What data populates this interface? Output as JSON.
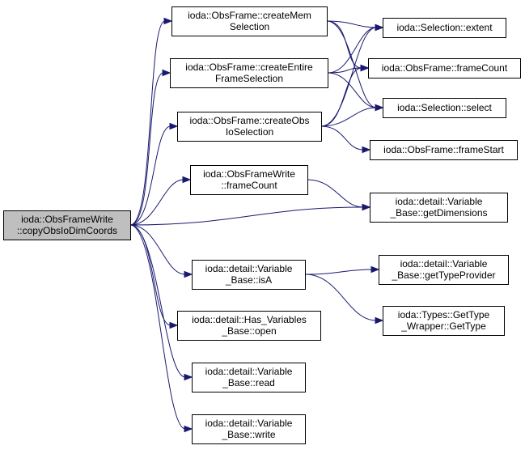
{
  "colors": {
    "edge": "#191970",
    "root_fill": "#bfbfbf",
    "node_fill": "#ffffff",
    "border": "#000000"
  },
  "nodes": [
    {
      "id": "root",
      "lines": [
        "ioda::ObsFrameWrite",
        "::copyObsIoDimCoords"
      ],
      "root": true
    },
    {
      "id": "createMem",
      "lines": [
        "ioda::ObsFrame::createMem",
        "Selection"
      ]
    },
    {
      "id": "createEntire",
      "lines": [
        "ioda::ObsFrame::createEntire",
        "FrameSelection"
      ]
    },
    {
      "id": "createObs",
      "lines": [
        "ioda::ObsFrame::createObs",
        "IoSelection"
      ]
    },
    {
      "id": "extent",
      "lines": [
        "ioda::Selection::extent"
      ]
    },
    {
      "id": "frameCount",
      "lines": [
        "ioda::ObsFrame::frameCount"
      ]
    },
    {
      "id": "select",
      "lines": [
        "ioda::Selection::select"
      ]
    },
    {
      "id": "frameStart",
      "lines": [
        "ioda::ObsFrame::frameStart"
      ]
    },
    {
      "id": "writeFrameCount",
      "lines": [
        "ioda::ObsFrameWrite",
        "::frameCount"
      ]
    },
    {
      "id": "getDimensions",
      "lines": [
        "ioda::detail::Variable",
        "_Base::getDimensions"
      ]
    },
    {
      "id": "isA",
      "lines": [
        "ioda::detail::Variable",
        "_Base::isA"
      ]
    },
    {
      "id": "getTypeProvider",
      "lines": [
        "ioda::detail::Variable",
        "_Base::getTypeProvider"
      ]
    },
    {
      "id": "getType",
      "lines": [
        "ioda::Types::GetType",
        "_Wrapper::GetType"
      ]
    },
    {
      "id": "open",
      "lines": [
        "ioda::detail::Has_Variables",
        "_Base::open"
      ]
    },
    {
      "id": "read",
      "lines": [
        "ioda::detail::Variable",
        "_Base::read"
      ]
    },
    {
      "id": "write",
      "lines": [
        "ioda::detail::Variable",
        "_Base::write"
      ]
    }
  ],
  "edges": [
    [
      "root",
      "createMem"
    ],
    [
      "root",
      "createEntire"
    ],
    [
      "root",
      "createObs"
    ],
    [
      "root",
      "writeFrameCount"
    ],
    [
      "root",
      "getDimensions"
    ],
    [
      "root",
      "isA"
    ],
    [
      "root",
      "open"
    ],
    [
      "root",
      "read"
    ],
    [
      "root",
      "write"
    ],
    [
      "createMem",
      "extent"
    ],
    [
      "createMem",
      "frameCount"
    ],
    [
      "createMem",
      "select"
    ],
    [
      "createEntire",
      "extent"
    ],
    [
      "createEntire",
      "frameCount"
    ],
    [
      "createEntire",
      "select"
    ],
    [
      "createObs",
      "extent"
    ],
    [
      "createObs",
      "frameCount"
    ],
    [
      "createObs",
      "select"
    ],
    [
      "createObs",
      "frameStart"
    ],
    [
      "writeFrameCount",
      "getDimensions"
    ],
    [
      "isA",
      "getTypeProvider"
    ],
    [
      "isA",
      "getType"
    ]
  ]
}
